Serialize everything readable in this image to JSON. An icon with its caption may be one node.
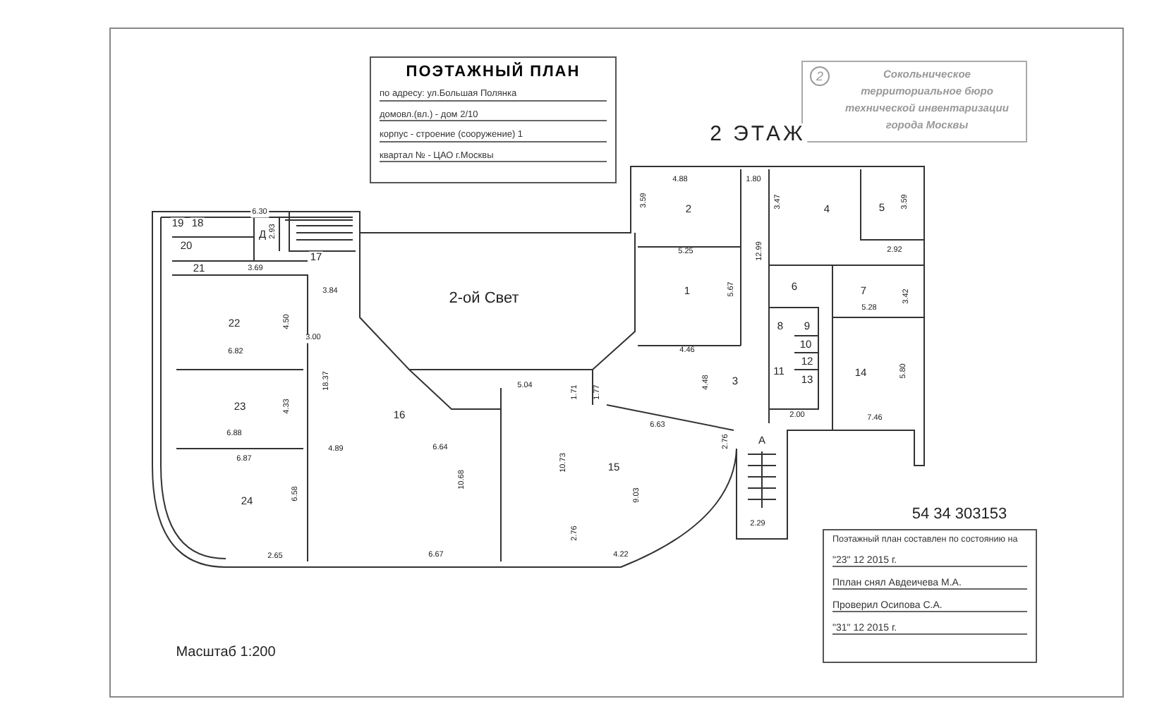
{
  "diagram": {
    "title": "ПОЭТАЖНЫЙ ПЛАН",
    "nodes": [
      {
        "text": [
          "по адресу: ул.Большая Полянка",
          "домовл.(вл.) - дом 2/10",
          "корпус - строение (сооружение) 1",
          "квартал № - ЦАО г.Москвы"
        ]
      },
      {
        "text": [
          "2",
          "Сокольническое территориальное бюро технической инвентаризации города Москвы"
        ]
      },
      {
        "text": [
          "Поэтажный план составлен по состоянию на",
          "\"23\" 12 2015 г.",
          "Пплан снял Авдеичева М.А.",
          "Проверил Осипова С.А.",
          "\"31\" 12 2015 г."
        ]
      }
    ],
    "labels": [
      "2 ЭТАЖ",
      "54 34 303153",
      "Масштаб 1:200",
      "19",
      "18",
      "6.30",
      "Д",
      "2.93",
      "20",
      "21",
      "17",
      "3.69",
      "3.84",
      "22",
      "4.50",
      "3.00",
      "6.82",
      "18.37",
      "23",
      "4.33",
      "6.88",
      "6.87",
      "16",
      "4.89",
      "6.64",
      "10.68",
      "6.58",
      "24",
      "2.65",
      "6.67",
      "2-ой Свет",
      "5.04",
      "1.71",
      "1.77",
      "6.63",
      "10.73",
      "15",
      "9.03",
      "2.76",
      "4.22",
      "4.88",
      "1.80",
      "3.59",
      "2",
      "3.47",
      "4",
      "5",
      "3.59",
      "2.92",
      "12.99",
      "5.25",
      "1",
      "5.67",
      "6",
      "7",
      "3.42",
      "5.28",
      "8",
      "9",
      "4.46",
      "10",
      "11",
      "12",
      "3",
      "4.48",
      "14",
      "5.80",
      "13",
      "2.00",
      "7.46",
      "2.76",
      "А",
      "2.29"
    ]
  }
}
